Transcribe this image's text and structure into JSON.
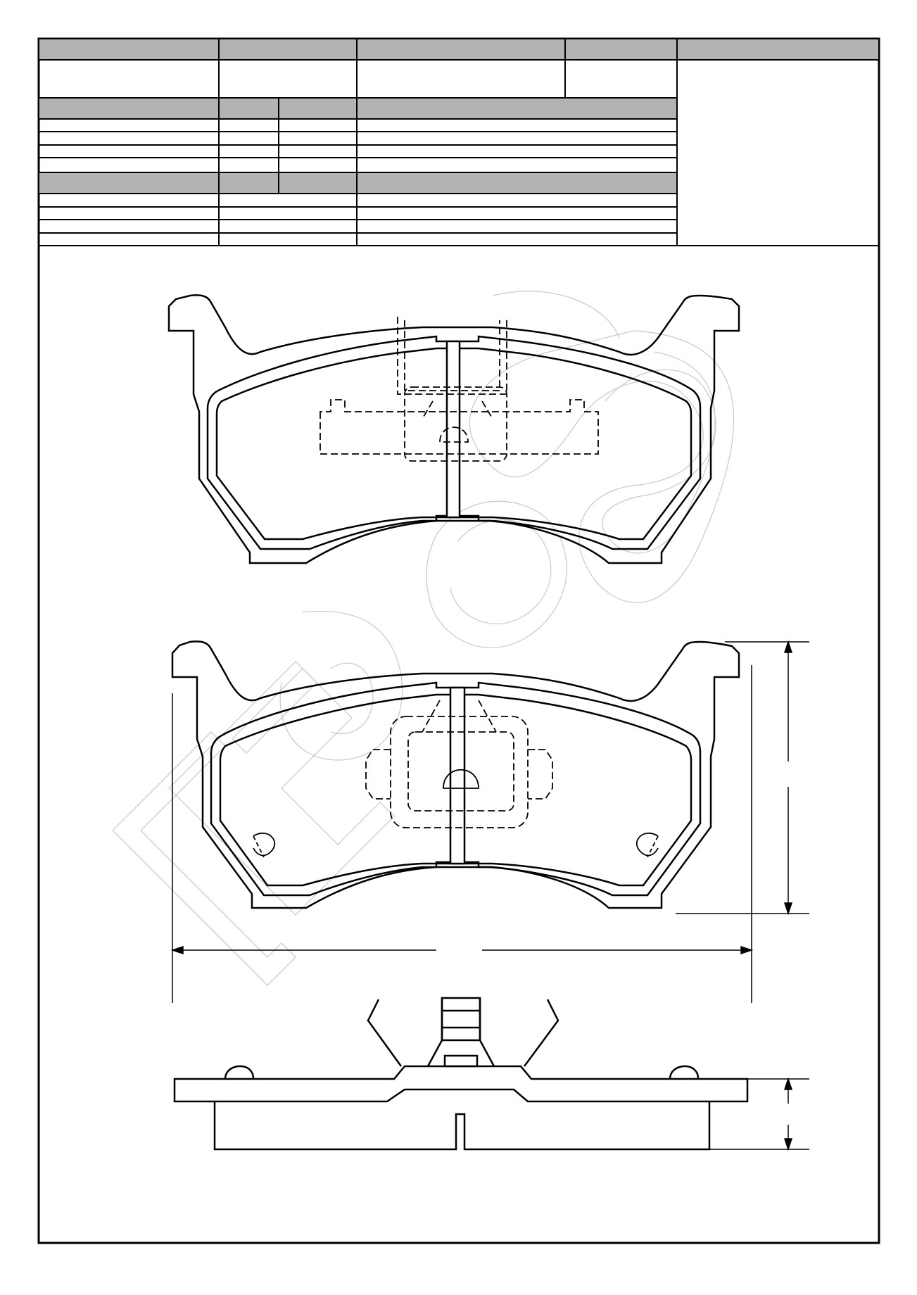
{
  "sheet": {
    "colors": {
      "line": "#000000",
      "header_fill": "#b3b3b3",
      "background": "#ffffff",
      "watermark": "#c8c8c8"
    }
  },
  "header_table": {
    "top_header_cells": [
      "",
      "",
      "",
      "",
      ""
    ],
    "info_cells": [
      "",
      "",
      "",
      ""
    ],
    "section_a_header": [
      "",
      "",
      "",
      ""
    ],
    "section_a_rows": [
      [
        "",
        "",
        "",
        ""
      ],
      [
        "",
        "",
        "",
        ""
      ],
      [
        "",
        "",
        "",
        ""
      ],
      [
        "",
        "",
        "",
        ""
      ]
    ],
    "section_b_header": [
      "",
      "",
      "",
      ""
    ],
    "section_b_rows": [
      [
        "",
        "",
        ""
      ],
      [
        "",
        "",
        ""
      ],
      [
        "",
        "",
        ""
      ]
    ],
    "side_panel": ""
  },
  "drawing": {
    "views": [
      "top-view-pad-with-clip",
      "front-view-pad-with-sensor",
      "side-view-pad"
    ],
    "dimensions": {
      "width_label": "",
      "height_label": "",
      "thickness_label": ""
    }
  }
}
